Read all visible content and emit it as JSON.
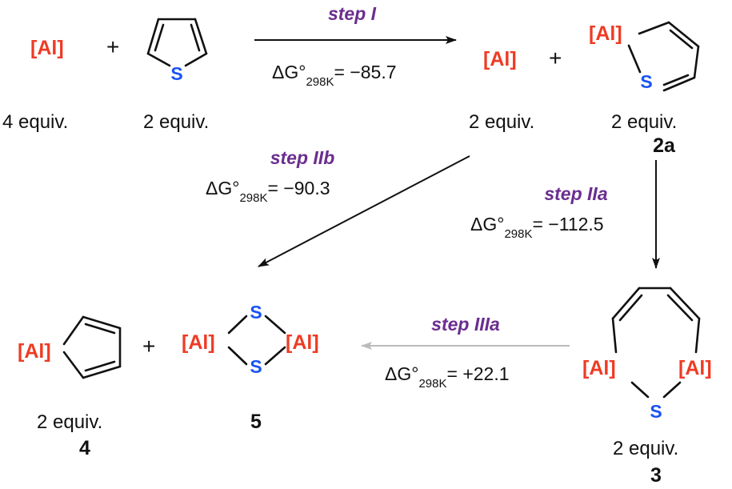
{
  "labels": {
    "al": "[Al]",
    "s": "S",
    "plus": "+",
    "equiv4": "4 equiv.",
    "equiv2": "2 equiv.",
    "delta_g": "ΔG°",
    "subscript": "298K"
  },
  "compounds": {
    "c2a": "2a",
    "c3": "3",
    "c4": "4",
    "c5": "5"
  },
  "steps": {
    "step_i": {
      "name": "step I",
      "value": "= −85.7"
    },
    "step_iib": {
      "name": "step IIb",
      "value": "= −90.3"
    },
    "step_iia": {
      "name": "step IIa",
      "value": "= −112.5"
    },
    "step_iiia": {
      "name": "step IIIa",
      "value": "= +22.1"
    }
  },
  "colors": {
    "al": "#ee3b24",
    "sulfur": "#1a53f5",
    "step": "#6b2e8f",
    "arrow": "#111111",
    "arrow_faded": "#bbbbbb"
  }
}
